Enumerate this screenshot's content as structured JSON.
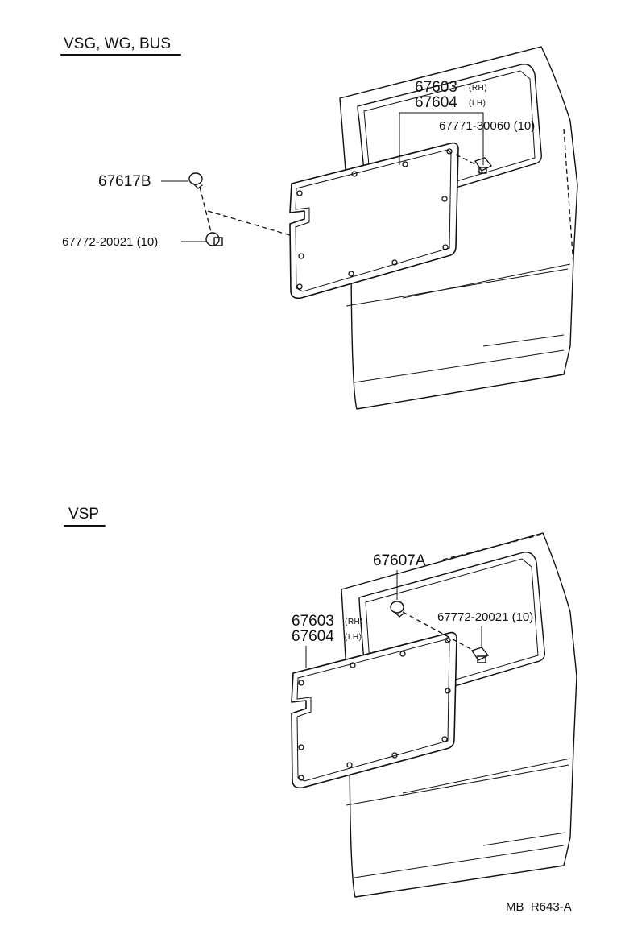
{
  "top": {
    "heading": "VSG, WG, BUS",
    "labels": {
      "pn_rh": "67603",
      "rh_tag": "(RH)",
      "pn_lh": "67604",
      "lh_tag": "(LH)",
      "fastener_right": "67771-30060 (10)",
      "clip_left": "67617B",
      "fastener_left": "67772-20021 (10)"
    }
  },
  "bottom": {
    "heading": "VSP",
    "labels": {
      "clip_center": "67607A",
      "pn_rh": "67603",
      "rh_tag": "(RH)",
      "pn_lh": "67604",
      "lh_tag": "(LH)",
      "fastener_right": "67772-20021 (10)"
    }
  },
  "figure_code": "MB  R643-A"
}
